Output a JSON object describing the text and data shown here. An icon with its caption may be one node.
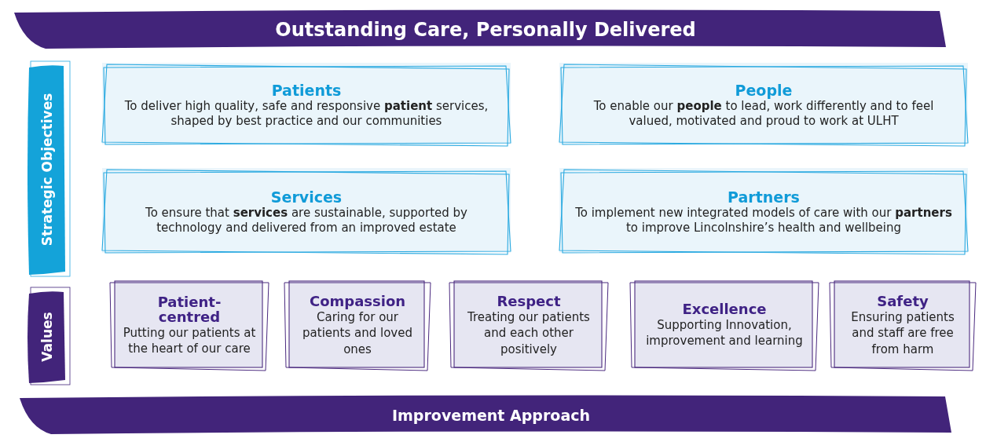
{
  "diagram": {
    "nodes": [
      {
        "text": [
          "Outstanding Care, Personally Delivered"
        ]
      },
      {
        "text": [
          "Strategic Objectives"
        ]
      },
      {
        "text": [
          "Patients",
          "To deliver high quality, safe and responsive **patient** services, shaped by best practice and our communities"
        ]
      },
      {
        "text": [
          "People",
          "To enable our **people** to lead, work differently and to feel valued, motivated and proud to work at ULHT"
        ]
      },
      {
        "text": [
          "Services",
          "To ensure that **services** are sustainable, supported by technology and delivered from an improved estate"
        ]
      },
      {
        "text": [
          "Partners",
          "To implement new integrated models of care with our **partners** to improve Lincolnshire’s health and wellbeing"
        ]
      },
      {
        "text": [
          "Values"
        ]
      },
      {
        "text": [
          "Patient-centred",
          "Putting our patients at the heart of our care"
        ]
      },
      {
        "text": [
          "Compassion",
          "Caring for our patients and loved ones"
        ]
      },
      {
        "text": [
          "Respect",
          "Treating our patients and each other positively"
        ]
      },
      {
        "text": [
          "Excellence",
          "Supporting Innovation, improvement and learning"
        ]
      },
      {
        "text": [
          "Safety",
          "Ensuring patients and staff are free from harm"
        ]
      },
      {
        "text": [
          "Improvement Approach"
        ]
      }
    ],
    "edges": []
  }
}
